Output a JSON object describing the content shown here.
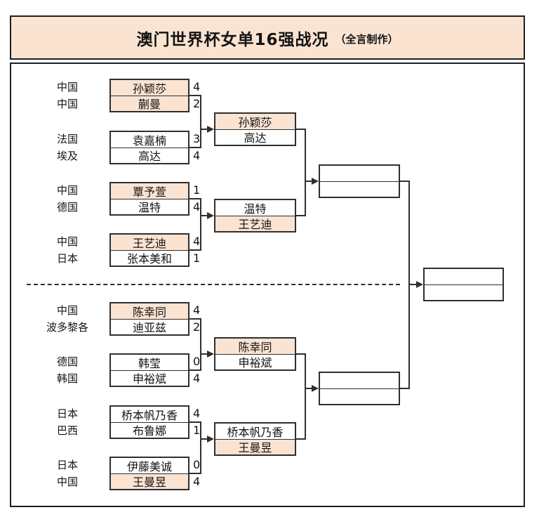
{
  "title": {
    "main": "澳门世界杯女单16强战况",
    "credit": "（全言制作）"
  },
  "colors": {
    "highlight_fill": "#fbe3d2",
    "title_fill": "#fbe3d2",
    "line_color": "#2f2f2f",
    "border_color": "#1f1f1f"
  },
  "bracket": {
    "round1": [
      {
        "country1": "中国",
        "player1": "孙颖莎",
        "score1": "4",
        "hl1": true,
        "country2": "中国",
        "player2": "蒯曼",
        "score2": "2",
        "hl2": true
      },
      {
        "country1": "法国",
        "player1": "袁嘉楠",
        "score1": "3",
        "hl1": false,
        "country2": "埃及",
        "player2": "高达",
        "score2": "4",
        "hl2": false
      },
      {
        "country1": "中国",
        "player1": "覃予萱",
        "score1": "1",
        "hl1": true,
        "country2": "德国",
        "player2": "温特",
        "score2": "4",
        "hl2": false
      },
      {
        "country1": "中国",
        "player1": "王艺迪",
        "score1": "4",
        "hl1": true,
        "country2": "日本",
        "player2": "张本美和",
        "score2": "1",
        "hl2": false
      },
      {
        "country1": "中国",
        "player1": "陈幸同",
        "score1": "4",
        "hl1": true,
        "country2": "波多黎各",
        "player2": "迪亚兹",
        "score2": "2",
        "hl2": false
      },
      {
        "country1": "德国",
        "player1": "韩莹",
        "score1": "0",
        "hl1": false,
        "country2": "韩国",
        "player2": "申裕斌",
        "score2": "4",
        "hl2": false
      },
      {
        "country1": "日本",
        "player1": "桥本帆乃香",
        "score1": "4",
        "hl1": false,
        "country2": "巴西",
        "player2": "布鲁娜",
        "score2": "1",
        "hl2": false
      },
      {
        "country1": "日本",
        "player1": "伊藤美诚",
        "score1": "0",
        "hl1": false,
        "country2": "中国",
        "player2": "王曼昱",
        "score2": "4",
        "hl2": true
      }
    ],
    "round2": [
      {
        "player1": "孙颖莎",
        "hl1": true,
        "player2": "高达",
        "hl2": false
      },
      {
        "player1": "温特",
        "hl1": false,
        "player2": "王艺迪",
        "hl2": true
      },
      {
        "player1": "陈幸同",
        "hl1": true,
        "player2": "申裕斌",
        "hl2": false
      },
      {
        "player1": "桥本帆乃香",
        "hl1": false,
        "player2": "王曼昱",
        "hl2": true
      }
    ],
    "semifinal": [
      {
        "player1": "",
        "player2": ""
      },
      {
        "player1": "",
        "player2": ""
      }
    ],
    "final": {
      "player1": "",
      "player2": ""
    }
  }
}
